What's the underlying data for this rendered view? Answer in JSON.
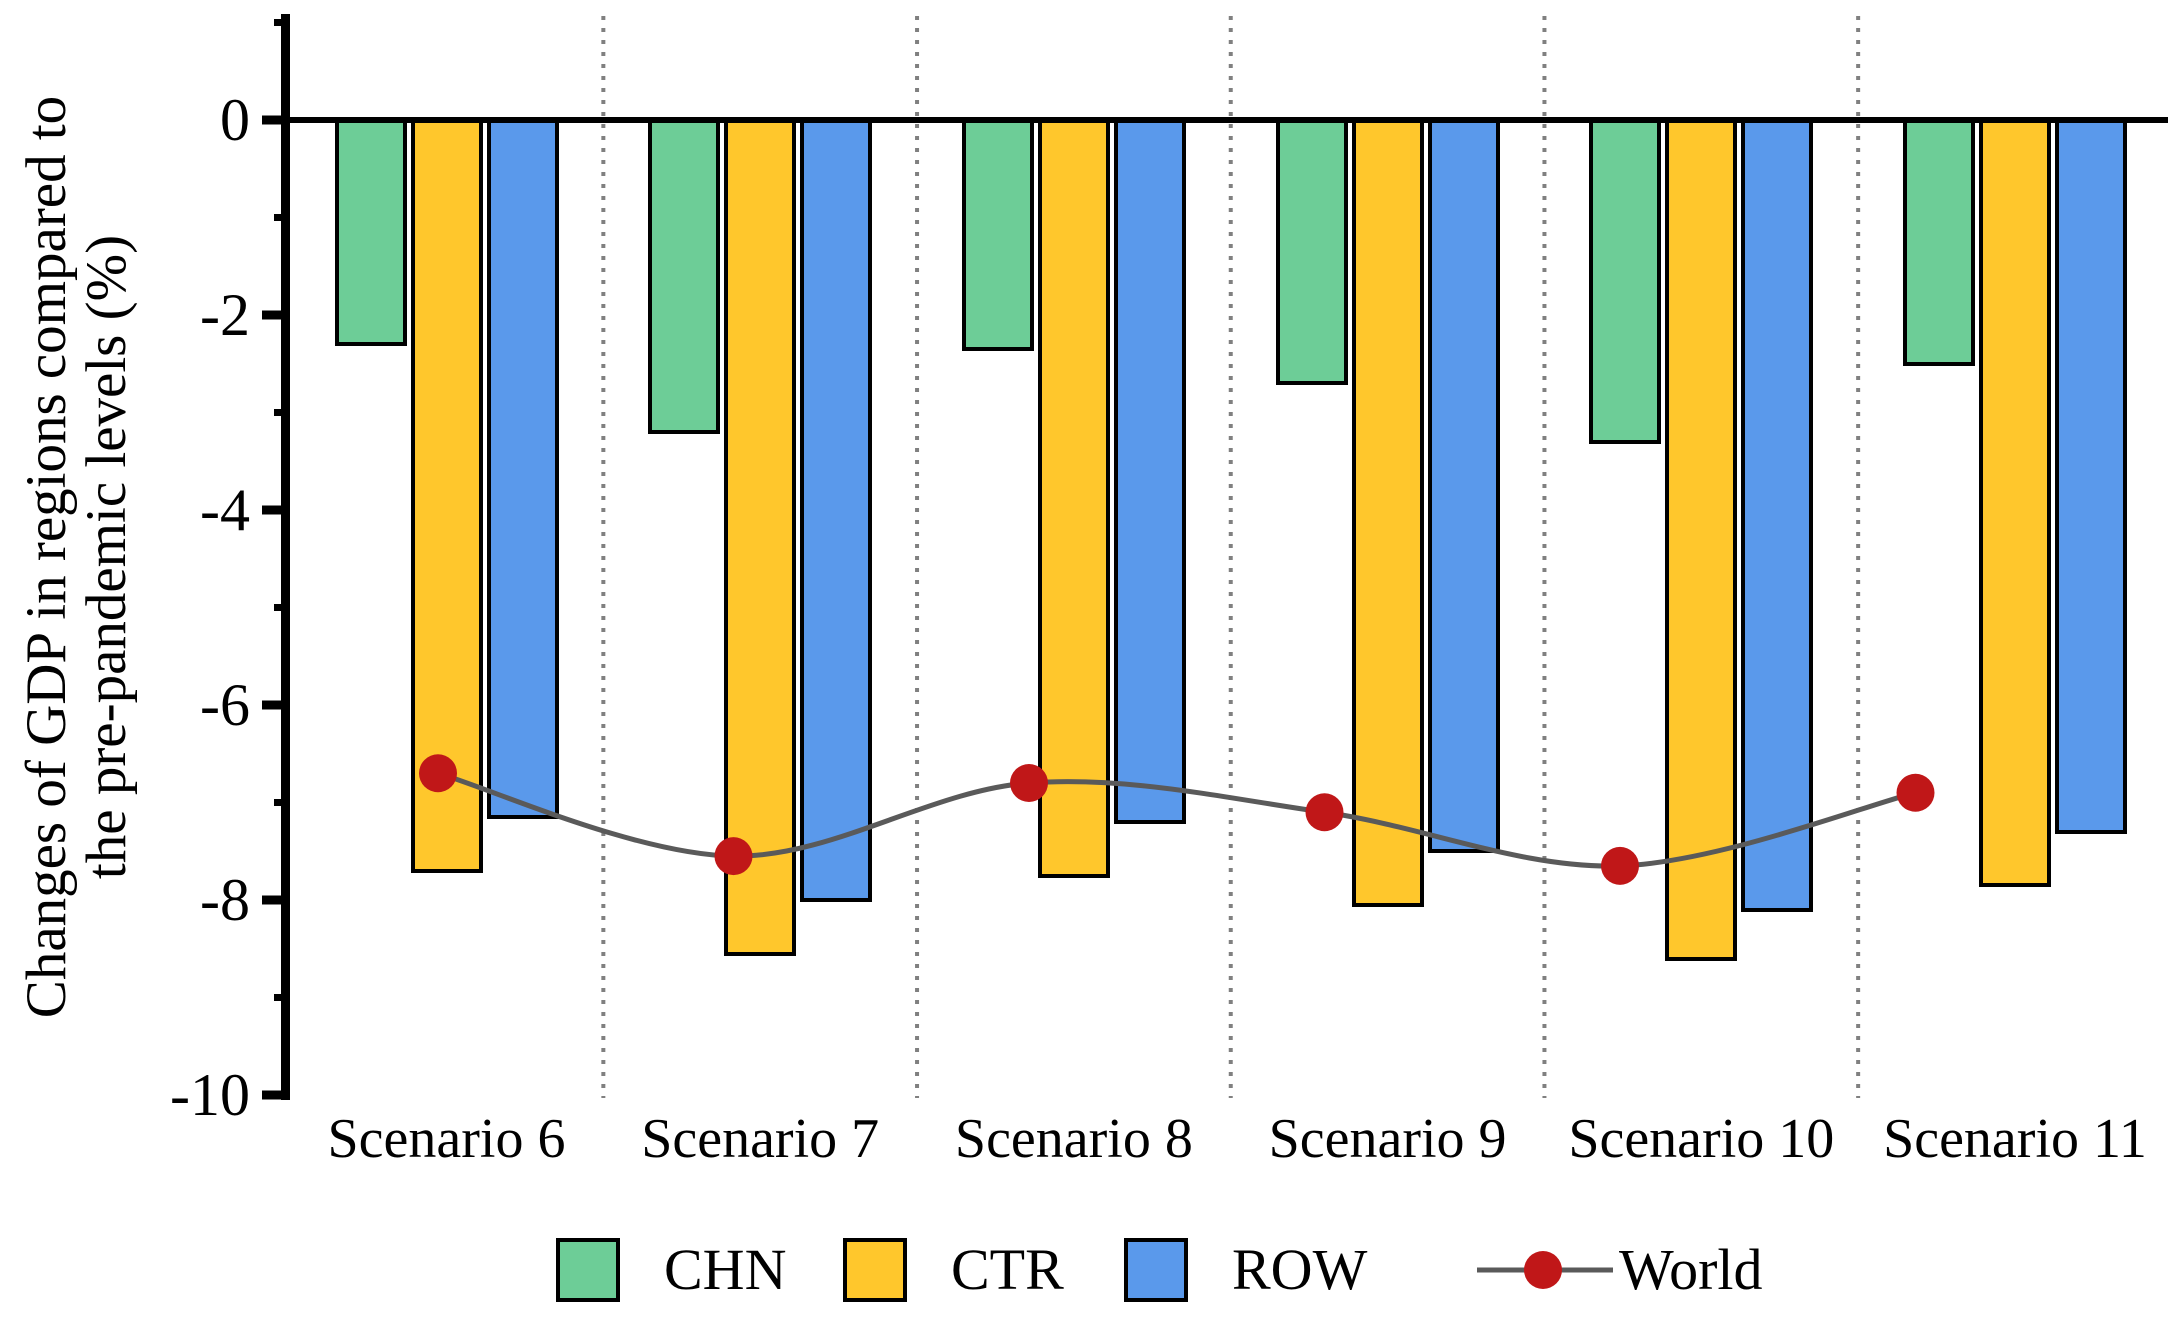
{
  "chart_data": {
    "type": "bar",
    "title": "",
    "xlabel": "",
    "ylabel_line1": "Changes of GDP in regions compared to",
    "ylabel_line2": "the pre-pandemic levels (%)",
    "categories": [
      "Scenario 6",
      "Scenario 7",
      "Scenario 8",
      "Scenario 9",
      "Scenario 10",
      "Scenario 11"
    ],
    "series": [
      {
        "name": "CHN",
        "color": "#6DCD97",
        "values": [
          -2.3,
          -3.2,
          -2.35,
          -2.7,
          -3.3,
          -2.5
        ]
      },
      {
        "name": "CTR",
        "color": "#FFC72C",
        "values": [
          -7.7,
          -8.55,
          -7.75,
          -8.05,
          -8.6,
          -7.85
        ]
      },
      {
        "name": "ROW",
        "color": "#5A99EB",
        "values": [
          -7.15,
          -8.0,
          -7.2,
          -7.5,
          -8.1,
          -7.3
        ]
      }
    ],
    "line_series": {
      "name": "World",
      "marker_color": "#C01718",
      "line_color": "#5A5A5A",
      "values": [
        -6.7,
        -7.55,
        -6.8,
        -7.1,
        -7.65,
        -6.9
      ]
    },
    "ylim": [
      -10,
      1
    ],
    "yticks": [
      0,
      -2,
      -4,
      -6,
      -8,
      -10
    ],
    "yticks_minor": [
      1,
      -1,
      -3,
      -5,
      -7,
      -9
    ],
    "grid": false,
    "group_separators": "dotted",
    "separator_color": "#808080",
    "axis_color": "#000000",
    "legend_position": "bottom"
  }
}
